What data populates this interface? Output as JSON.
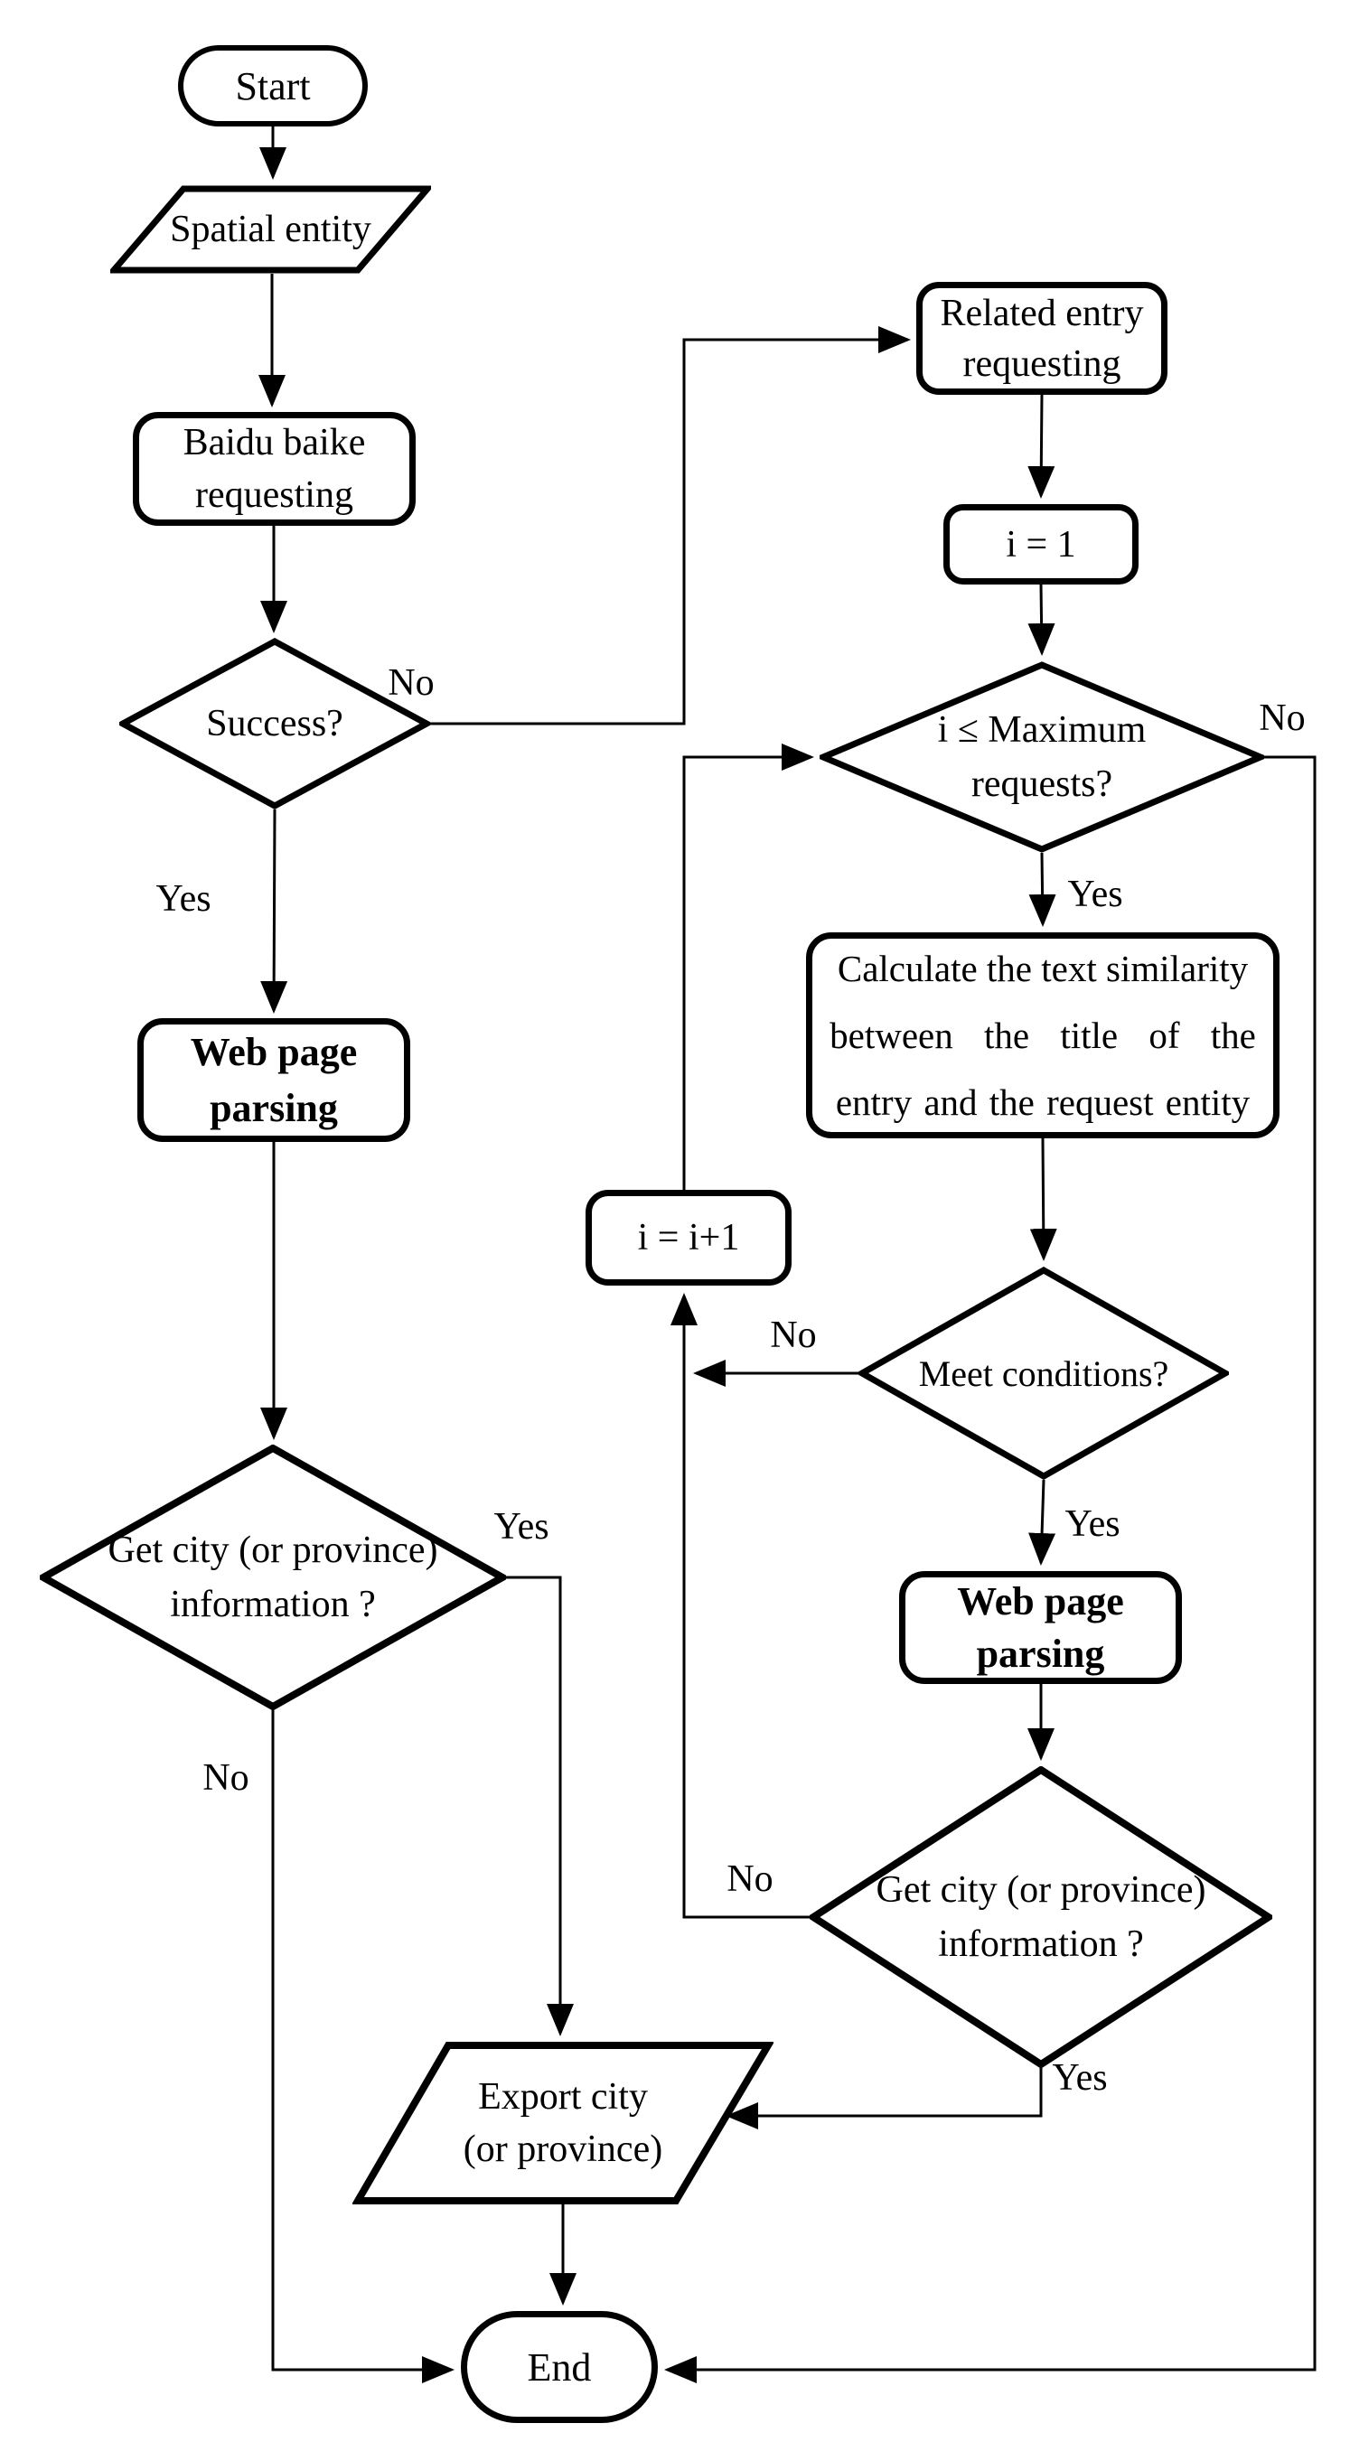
{
  "flowchart": {
    "colors": {
      "stroke": "#000000",
      "fill": "#ffffff",
      "background": "#ffffff"
    },
    "nodes": {
      "start": {
        "type": "terminator",
        "label": "Start"
      },
      "spatial_entity": {
        "type": "input",
        "label": "Spatial entity"
      },
      "baidu_requesting": {
        "type": "process",
        "lines": [
          "Baidu baike",
          "requesting"
        ]
      },
      "success": {
        "type": "decision",
        "label": "Success?"
      },
      "web_page_parsing_left": {
        "type": "process",
        "lines": [
          "Web page",
          "parsing"
        ]
      },
      "get_city_left": {
        "type": "decision",
        "lines": [
          "Get city (or province)",
          "information ?"
        ]
      },
      "export_city": {
        "type": "output",
        "lines": [
          "Export city",
          "(or province)"
        ]
      },
      "end": {
        "type": "terminator",
        "label": "End"
      },
      "related_entry": {
        "type": "process",
        "lines": [
          "Related entry",
          "requesting"
        ]
      },
      "init_counter": {
        "type": "process",
        "label": "i = 1"
      },
      "max_requests": {
        "type": "decision",
        "lines": [
          "i ≤ Maximum",
          "requests?"
        ]
      },
      "calc_similarity": {
        "type": "process",
        "lines": [
          "Calculate the text similarity",
          "between the title of the",
          "entry and the request entity"
        ]
      },
      "increment_counter": {
        "type": "process",
        "label": "i = i+1"
      },
      "meet_conditions": {
        "type": "decision",
        "label": "Meet conditions?"
      },
      "web_page_parsing_right": {
        "type": "process",
        "lines": [
          "Web page",
          "parsing"
        ]
      },
      "get_city_right": {
        "type": "decision",
        "lines": [
          "Get city (or province)",
          "information ?"
        ]
      }
    },
    "edge_labels": {
      "success_yes": "Yes",
      "success_no": "No",
      "get_city_left_yes": "Yes",
      "get_city_left_no": "No",
      "max_requests_yes": "Yes",
      "max_requests_no": "No",
      "meet_conditions_yes": "Yes",
      "meet_conditions_no": "No",
      "get_city_right_yes": "Yes",
      "get_city_right_no": "No"
    }
  }
}
